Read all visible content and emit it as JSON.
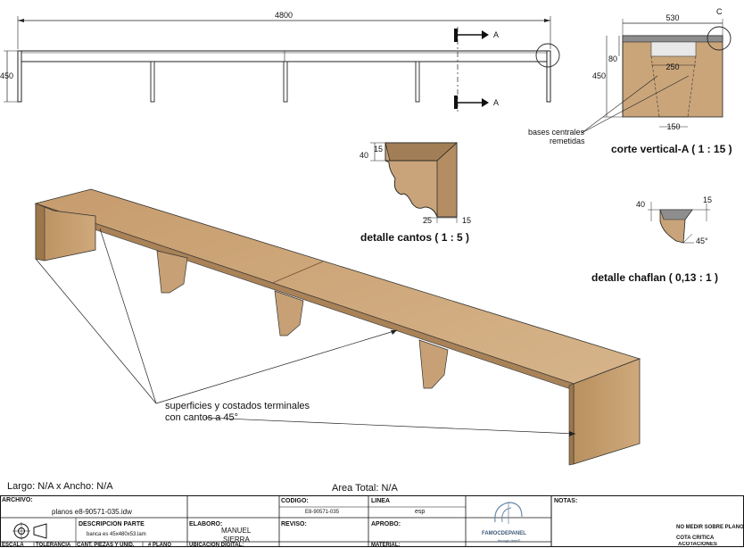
{
  "elevation": {
    "length": "4800",
    "height": "450",
    "section_marker_top": "A",
    "section_marker_bottom": "A",
    "detail_callout": "C"
  },
  "section": {
    "width": "530",
    "thickness": "80",
    "height": "450",
    "base_width_top": "250",
    "base_width_bottom": "150",
    "note_line1": "bases centrales",
    "note_line2": "remetidas",
    "title": "corte vertical-A ( 1 : 15 )"
  },
  "edge_detail": {
    "dim_top": "15",
    "dim_height": "40",
    "dim_bottom_left": "25",
    "dim_bottom_right": "15",
    "title": "detalle cantos ( 1 : 5 )"
  },
  "chamfer_detail": {
    "dim_right": "15",
    "dim_left": "40",
    "angle": "45°",
    "title": "detalle chaflan ( 0,13 : 1 )"
  },
  "iso": {
    "note_line1": "superficies y costados terminales",
    "note_line2": "con cantos a 45°"
  },
  "summary": {
    "size": "Largo: N/A x Ancho: N/A",
    "area": "Area Total: N/A"
  },
  "title_block": {
    "archivo_label": "ARCHIVO:",
    "archivo_value": "planos e8-90571-035.idw",
    "descripcion_label": "DESCRIPCION PARTE",
    "descripcion_value": "banca es 45x480x53.lam",
    "codigo_label": "CODIGO:",
    "codigo_value": "E8-90571-035",
    "linea_label": "LINEA",
    "linea_value": "esp",
    "elaboro_label": "ELABORO:",
    "elaboro_value1": "MANUEL",
    "elaboro_value2": "SIERRA",
    "revisor_label": "REVISO:",
    "aprobo_label": "APROBO:",
    "escala_label": "ESCALA",
    "tolerancia_label": "TOLERANCIA",
    "cant_label": "CANT. PIEZAS Y UNID.",
    "plano_label": "# PLANO",
    "ubicacion_label": "UBICACION DIGITAL:",
    "material_label": "MATERIAL:",
    "logo_text": "FAMOCDEPANEL",
    "logo_sub": "through time®",
    "notas_label": "NOTAS:",
    "warn1": "NO MEDIR SOBRE PLANO",
    "warn2": "COTA CRITICA",
    "cut_off": "ACOTACIONES"
  },
  "colors": {
    "wood_top": "#c9a47a",
    "wood_side": "#b38a5e",
    "wood_edge": "#dcbf98",
    "wood_light": "#d9b58a",
    "line": "#1a1a1a"
  }
}
